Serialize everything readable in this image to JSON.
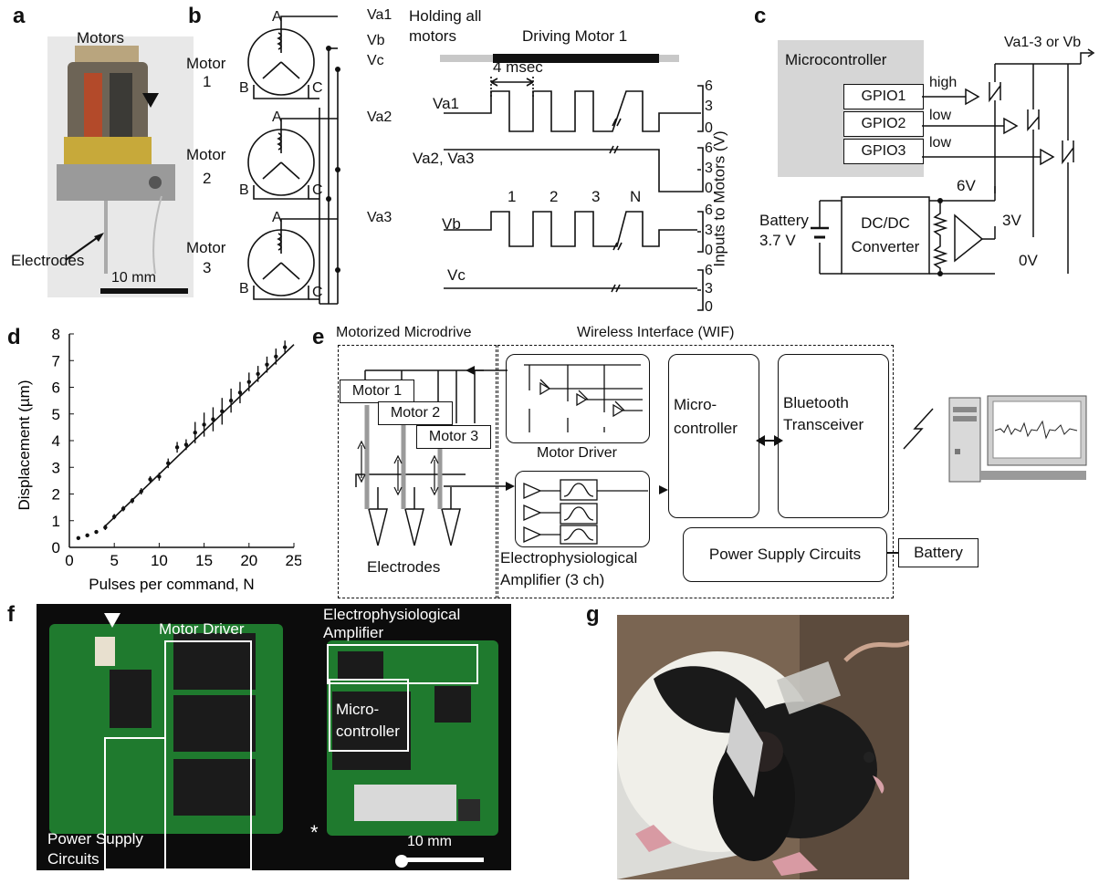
{
  "panel_letters": {
    "a": "a",
    "b": "b",
    "c": "c",
    "d": "d",
    "e": "e",
    "f": "f",
    "g": "g"
  },
  "panel_a": {
    "motors": "Motors",
    "electrodes": "Electrodes",
    "scale": "10 mm"
  },
  "panel_b": {
    "motor1": [
      "Motor",
      "1"
    ],
    "motor2": [
      "Motor",
      "2"
    ],
    "motor3": [
      "Motor",
      "3"
    ],
    "terminal_a": "A",
    "terminal_b": "B",
    "terminal_c": "C",
    "lines": {
      "va1": "Va1",
      "vb": "Vb",
      "vc": "Vc",
      "va2": "Va2",
      "va3": "Va3"
    },
    "holding": [
      "Holding all",
      "motors"
    ],
    "driving": "Driving Motor 1",
    "period": "4 msec",
    "trace_labels": {
      "va1": "Va1",
      "va23": "Va2, Va3",
      "vb": "Vb",
      "vc": "Vc"
    },
    "pulse_labels": [
      "1",
      "2",
      "3",
      "N"
    ],
    "ticks": [
      "6",
      "3",
      "0"
    ],
    "ylabel": "Inputs to Motors (V)"
  },
  "panel_c": {
    "microcontroller": "Microcontroller",
    "gpio": [
      "GPIO1",
      "GPIO2",
      "GPIO3"
    ],
    "levels": [
      "high",
      "low",
      "low"
    ],
    "output": "Va1-3 or Vb",
    "battery": [
      "Battery",
      "3.7 V"
    ],
    "converter": [
      "DC/DC",
      "Converter"
    ],
    "v6": "6V",
    "v3": "3V",
    "v0": "0V"
  },
  "chart_data": {
    "type": "scatter",
    "title": "",
    "xlabel": "Pulses per command, N",
    "ylabel": "Displacement (µm)",
    "xlim": [
      0,
      25
    ],
    "ylim": [
      0,
      8
    ],
    "xticks": [
      "0",
      "5",
      "10",
      "15",
      "20",
      "25"
    ],
    "yticks": [
      "0",
      "1",
      "2",
      "3",
      "4",
      "5",
      "6",
      "7",
      "8"
    ],
    "x": [
      1,
      2,
      3,
      4,
      5,
      6,
      7,
      8,
      9,
      10,
      11,
      12,
      13,
      14,
      15,
      16,
      17,
      18,
      19,
      20,
      21,
      22,
      23,
      24
    ],
    "y": [
      0.35,
      0.45,
      0.58,
      0.75,
      1.15,
      1.45,
      1.75,
      2.1,
      2.55,
      2.65,
      3.15,
      3.75,
      3.85,
      4.3,
      4.6,
      4.8,
      5.1,
      5.5,
      5.8,
      6.2,
      6.5,
      6.85,
      7.15,
      7.5
    ],
    "err": [
      0.05,
      0.05,
      0.07,
      0.1,
      0.1,
      0.1,
      0.1,
      0.12,
      0.12,
      0.15,
      0.18,
      0.2,
      0.2,
      0.4,
      0.45,
      0.45,
      0.5,
      0.45,
      0.4,
      0.35,
      0.3,
      0.3,
      0.3,
      0.25
    ],
    "fit_x": [
      4,
      25
    ],
    "fit_y": [
      0.8,
      7.6
    ],
    "grid": false
  },
  "panel_e": {
    "microdrive_title": "Motorized Microdrive",
    "wif_title": "Wireless Interface (WIF)",
    "motors": [
      "Motor 1",
      "Motor 2",
      "Motor 3"
    ],
    "electrodes": "Electrodes",
    "motor_driver": "Motor Driver",
    "amplifier": [
      "Electrophysiological",
      "Amplifier (3 ch)"
    ],
    "microcontroller": [
      "Micro-",
      "controller"
    ],
    "bluetooth": [
      "Bluetooth",
      "Transceiver"
    ],
    "power": "Power Supply Circuits",
    "battery": "Battery"
  },
  "panel_f": {
    "motor_driver": "Motor Driver",
    "power": [
      "Power Supply",
      "Circuits"
    ],
    "amplifier": [
      "Electrophysiological",
      "Amplifier"
    ],
    "microcontroller": [
      "Micro-",
      "controller"
    ],
    "asterisk": "*",
    "scale": "10 mm"
  }
}
